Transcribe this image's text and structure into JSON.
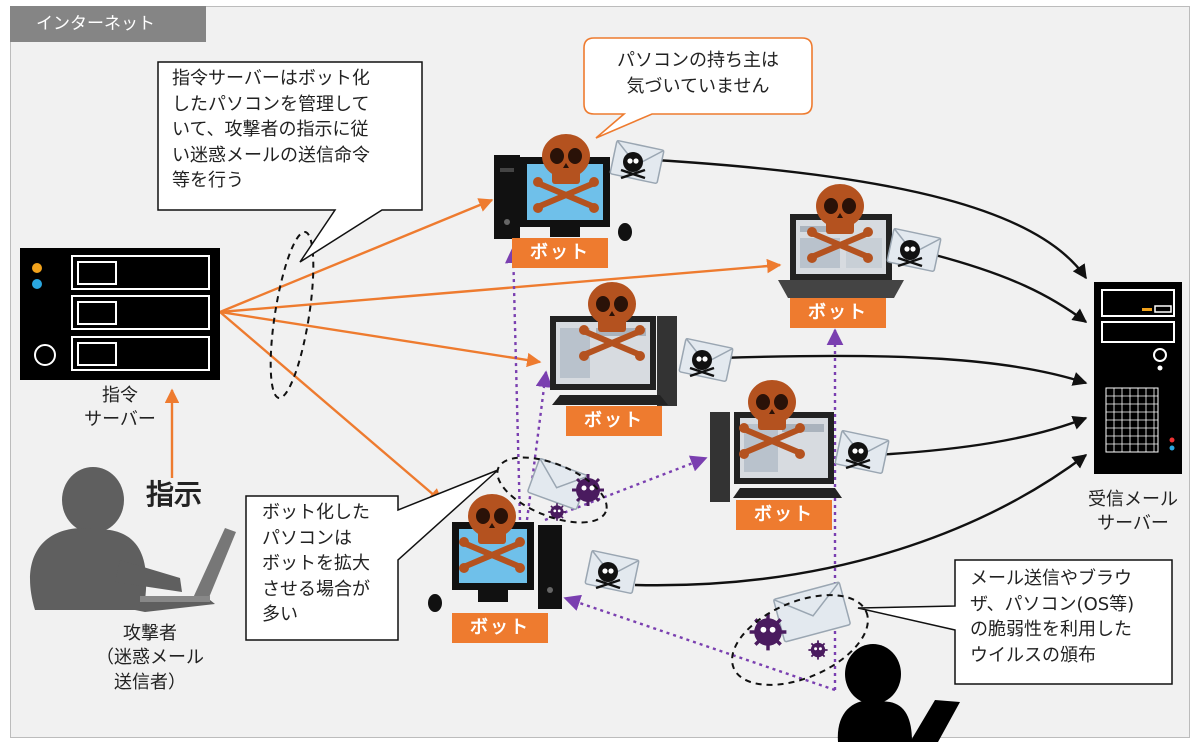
{
  "internet_label": "インターネット",
  "command_server_label": "指令\nサーバー",
  "attacker_label": "攻撃者\n（迷惑メール\n送信者）",
  "instruction_label": "指示",
  "receiving_server_label": "受信メール\nサーバー",
  "bot_label": "ボット",
  "callouts": {
    "command_server_note": "指令サーバーはボット化\nしたパソコンを管理して\nいて、攻撃者の指示に従\nい迷惑メールの送信命令\n等を行う",
    "owner_note": "パソコンの持ち主は\n気づいていません",
    "bot_spread_note": "ボット化した\nパソコンは\nボットを拡大\nさせる場合が\n多い",
    "virus_note": "メール送信やブラウ\nザ、パソコン(OS等)\nの脆弱性を利用した\nウイルスの頒布"
  },
  "colors": {
    "command_arrow": "#ee7b2f",
    "mail_arrow": "#111111",
    "infection_arrow": "#7a3fb0",
    "skull": "#b4521f",
    "bot_badge": "#ee7b2f",
    "monitor_screen": "#6fc0ea"
  },
  "icons": [
    "server-icon",
    "attacker-silhouette-icon",
    "skull-icon",
    "mail-envelope-icon",
    "virus-icon",
    "desktop-pc-icon",
    "laptop-icon",
    "hacker-silhouette-icon",
    "mail-server-icon"
  ]
}
